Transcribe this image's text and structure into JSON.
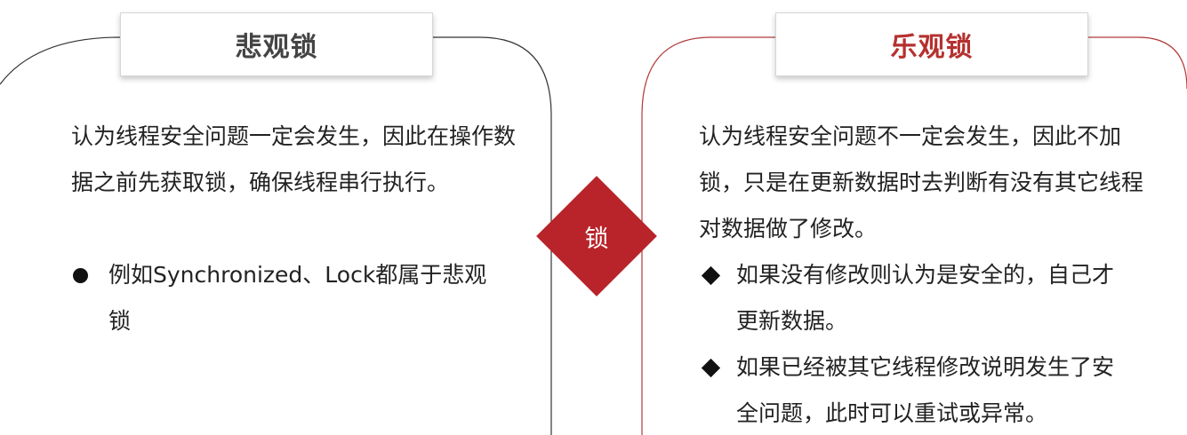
{
  "left_card": {
    "title": "悲观锁",
    "paragraph": "认为线程安全问题一定会发生，因此在操作数据之前先获取锁，确保线程串行执行。",
    "bullets": [
      "例如Synchronized、Lock都属于悲观锁"
    ]
  },
  "right_card": {
    "title": "乐观锁",
    "paragraph": "认为线程安全问题不一定会发生，因此不加锁，只是在更新数据时去判断有没有其它线程对数据做了修改。",
    "bullets": [
      "如果没有修改则认为是安全的，自己才更新数据。",
      "如果已经被其它线程修改说明发生了安全问题，此时可以重试或异常。"
    ]
  },
  "center": {
    "label": "锁"
  },
  "colors": {
    "accent_red": "#b8242a",
    "right_title": "#b5312f",
    "left_title": "#444444",
    "left_border": "#333333",
    "right_border": "#b23a3a"
  }
}
